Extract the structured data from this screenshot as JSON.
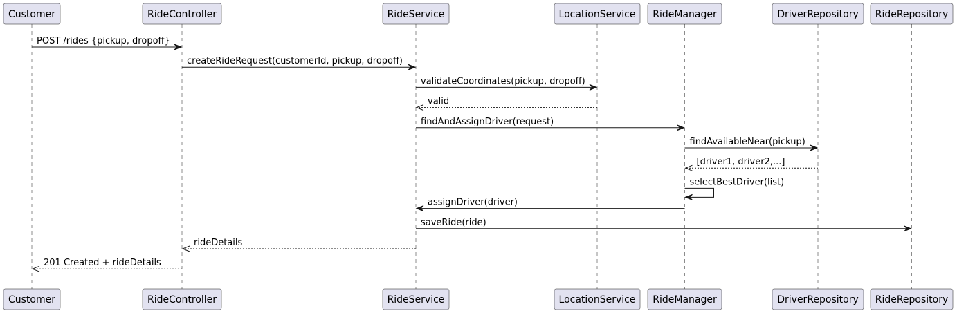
{
  "participants": [
    {
      "id": "customer",
      "label": "Customer"
    },
    {
      "id": "ridecontroller",
      "label": "RideController"
    },
    {
      "id": "rideservice",
      "label": "RideService"
    },
    {
      "id": "locationservice",
      "label": "LocationService"
    },
    {
      "id": "ridemanager",
      "label": "RideManager"
    },
    {
      "id": "driverrepository",
      "label": "DriverRepository"
    },
    {
      "id": "riderepository",
      "label": "RideRepository"
    }
  ],
  "messages": [
    {
      "from": "customer",
      "to": "ridecontroller",
      "label": "POST /rides {pickup, dropoff}",
      "style": "sync"
    },
    {
      "from": "ridecontroller",
      "to": "rideservice",
      "label": "createRideRequest(customerId, pickup, dropoff)",
      "style": "sync"
    },
    {
      "from": "rideservice",
      "to": "locationservice",
      "label": "validateCoordinates(pickup, dropoff)",
      "style": "sync"
    },
    {
      "from": "locationservice",
      "to": "rideservice",
      "label": "valid",
      "style": "reply"
    },
    {
      "from": "rideservice",
      "to": "ridemanager",
      "label": "findAndAssignDriver(request)",
      "style": "sync"
    },
    {
      "from": "ridemanager",
      "to": "driverrepository",
      "label": "findAvailableNear(pickup)",
      "style": "sync"
    },
    {
      "from": "driverrepository",
      "to": "ridemanager",
      "label": "[driver1, driver2,...]",
      "style": "reply"
    },
    {
      "from": "ridemanager",
      "to": "ridemanager",
      "label": "selectBestDriver(list)",
      "style": "self"
    },
    {
      "from": "ridemanager",
      "to": "rideservice",
      "label": "assignDriver(driver)",
      "style": "sync"
    },
    {
      "from": "rideservice",
      "to": "riderepository",
      "label": "saveRide(ride)",
      "style": "sync"
    },
    {
      "from": "rideservice",
      "to": "ridecontroller",
      "label": "rideDetails",
      "style": "reply"
    },
    {
      "from": "ridecontroller",
      "to": "customer",
      "label": "201 Created + rideDetails",
      "style": "reply"
    }
  ]
}
